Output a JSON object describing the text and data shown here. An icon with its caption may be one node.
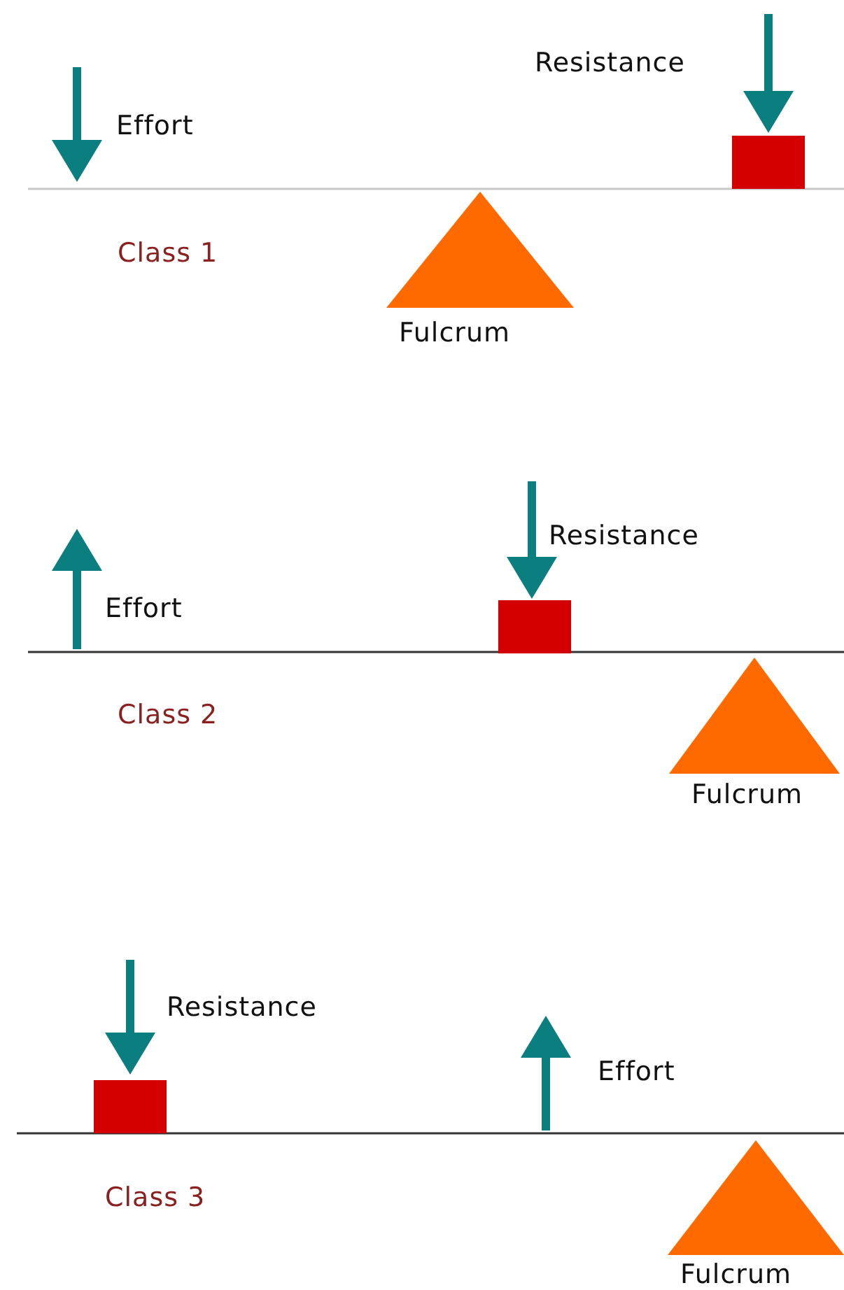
{
  "diagram": {
    "labels": [
      "Resistance",
      "Effort",
      "Class 1",
      "Fulcrum",
      "Resistance",
      "Effort",
      "Class 2",
      "Fulcrum",
      "Resistance",
      "Effort",
      "Class 3",
      "Fulcrum"
    ]
  }
}
